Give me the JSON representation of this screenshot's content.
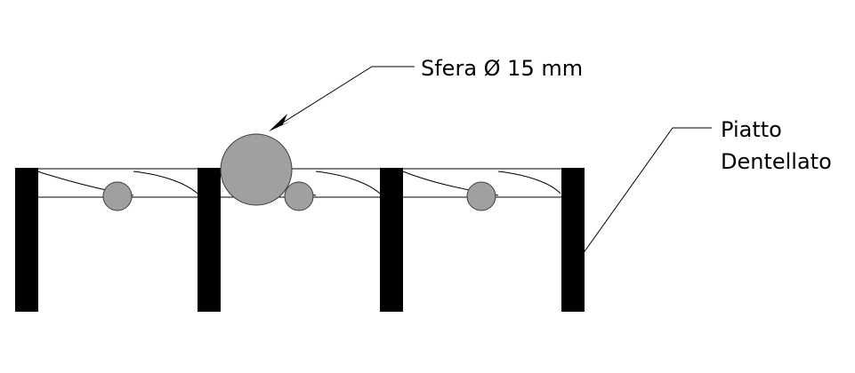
{
  "labels": {
    "sphere": "Sfera Ø 15 mm",
    "plate_line1": "Piatto",
    "plate_line2": "Dentellato"
  },
  "colors": {
    "ink": "#000000",
    "ball_fill": "#a0a0a0",
    "ball_stroke": "#3c3c3c",
    "background": "#ffffff"
  }
}
